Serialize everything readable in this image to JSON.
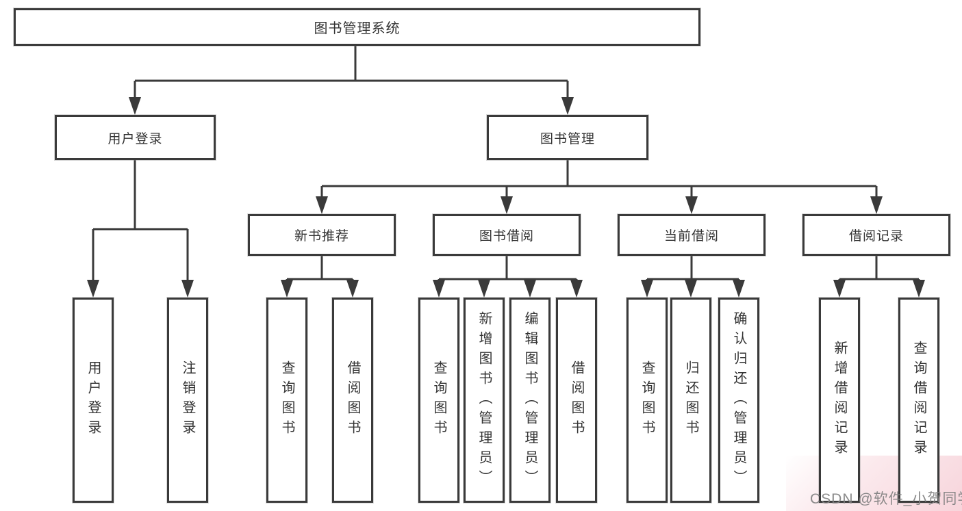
{
  "tree": {
    "label": "图书管理系统",
    "children": [
      {
        "label": "用户登录",
        "children": [
          {
            "label": "用户登录"
          },
          {
            "label": "注销登录"
          }
        ]
      },
      {
        "label": "图书管理",
        "children": [
          {
            "label": "新书推荐",
            "children": [
              {
                "label": "查询图书"
              },
              {
                "label": "借阅图书"
              }
            ]
          },
          {
            "label": "图书借阅",
            "children": [
              {
                "label": "查询图书"
              },
              {
                "label": "新增图书（管理员）"
              },
              {
                "label": "编辑图书（管理员）"
              },
              {
                "label": "借阅图书"
              }
            ]
          },
          {
            "label": "当前借阅",
            "children": [
              {
                "label": "查询图书"
              },
              {
                "label": "归还图书"
              },
              {
                "label": "确认归还（管理员）"
              }
            ]
          },
          {
            "label": "借阅记录",
            "children": [
              {
                "label": "新增借阅记录"
              },
              {
                "label": "查询借阅记录"
              }
            ]
          }
        ]
      }
    ]
  },
  "watermark": {
    "text": "CSDN @软件_小贺同学"
  },
  "colors": {
    "line": "#3a3a3a",
    "text": "#333333",
    "box_background": "#ffffff",
    "page_background": "#ffffff",
    "watermark_text": "#808080",
    "corner_tint": "#f6cdd5"
  }
}
